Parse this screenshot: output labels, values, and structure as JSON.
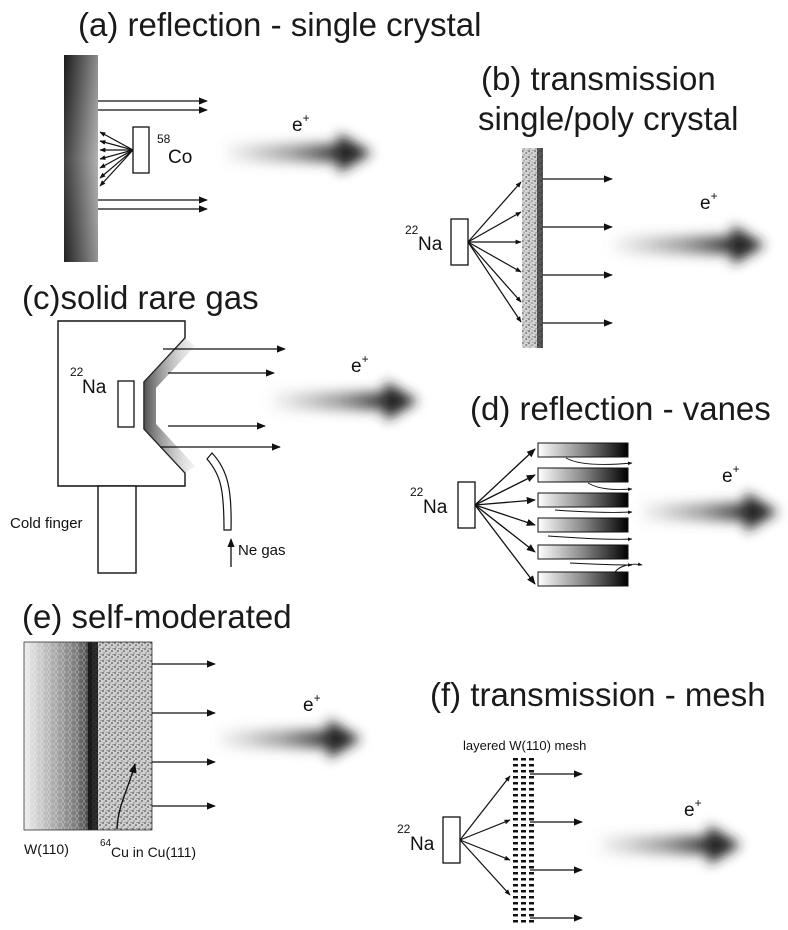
{
  "panels": {
    "a": {
      "title": "(a) reflection - single crystal",
      "isotope_mass": "58",
      "isotope_symbol": "Co"
    },
    "b": {
      "title_line1": "(b) transmission",
      "title_line2": "single/poly crystal",
      "isotope_mass": "22",
      "isotope_symbol": "Na"
    },
    "c": {
      "title": "(c)solid rare gas",
      "isotope_mass": "22",
      "isotope_symbol": "Na",
      "cold_finger": "Cold finger",
      "gas": "Ne gas"
    },
    "d": {
      "title": "(d) reflection - vanes",
      "isotope_mass": "22",
      "isotope_symbol": "Na"
    },
    "e": {
      "title": "(e) self-moderated",
      "substrate": "W(110)",
      "isotope_mass": "64",
      "source": "Cu in Cu(111)"
    },
    "f": {
      "title": "(f) transmission - mesh",
      "mesh_label": "layered W(110) mesh",
      "isotope_mass": "22",
      "isotope_symbol": "Na"
    }
  },
  "beam": {
    "particle": "e",
    "charge": "+"
  }
}
